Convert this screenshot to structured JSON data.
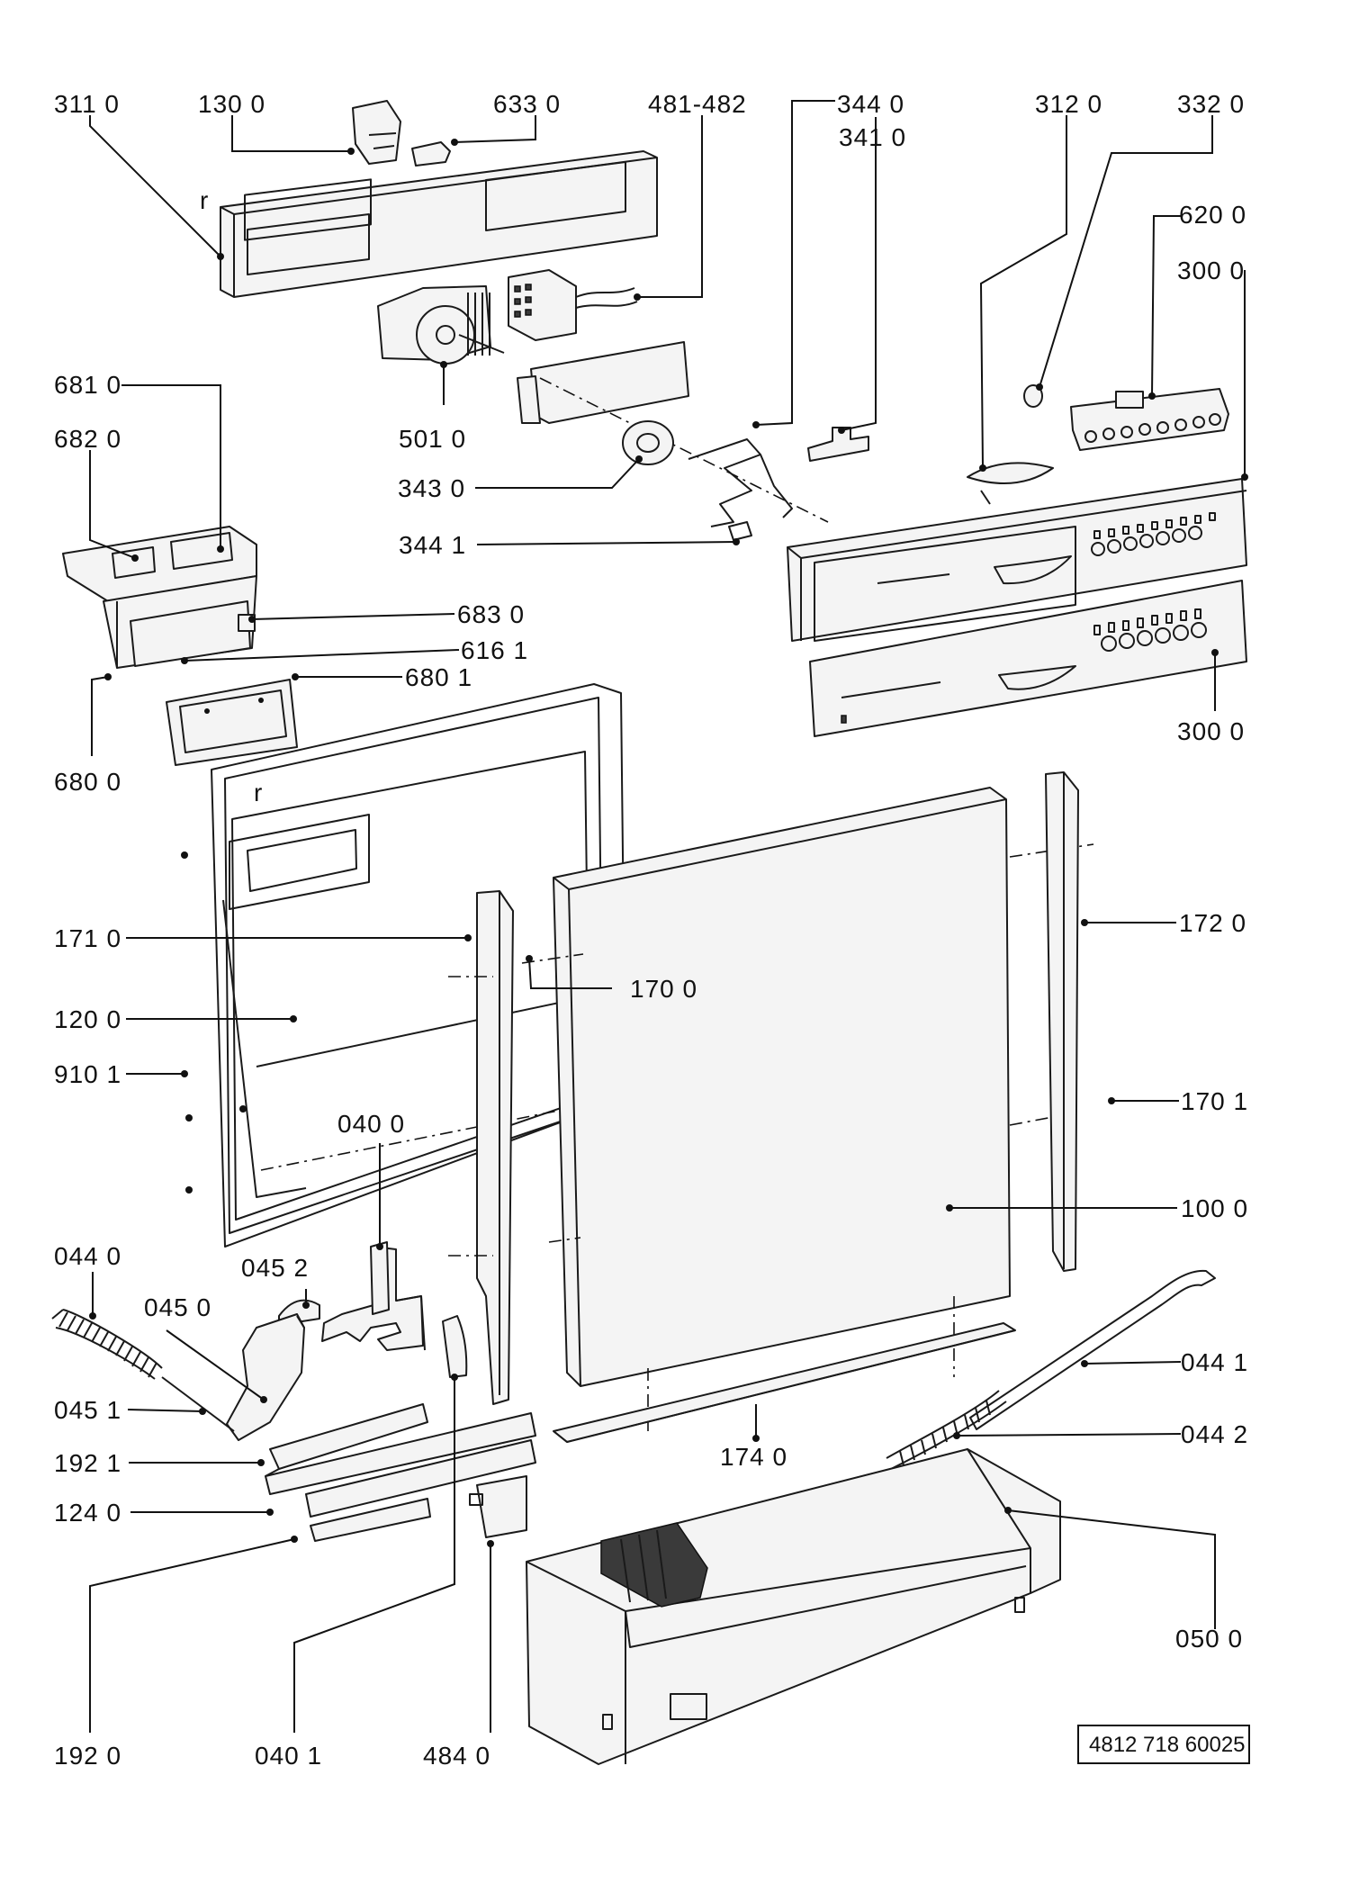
{
  "document_number": "4812 718 60025",
  "part_labels": {
    "p311_0": "311 0",
    "p130_0": "130 0",
    "p633_0": "633 0",
    "p481_482": "481-482",
    "p344_0": "344 0",
    "p341_0": "341 0",
    "p312_0": "312 0",
    "p332_0": "332 0",
    "p620_0": "620 0",
    "p300_0_top": "300 0",
    "p681_0": "681 0",
    "p682_0": "682 0",
    "p501_0": "501 0",
    "p343_0": "343 0",
    "p344_1": "344 1",
    "p683_0": "683 0",
    "p616_1": "616 1",
    "p680_1": "680 1",
    "p680_0": "680 0",
    "p300_0_bottom": "300 0",
    "p171_0": "171 0",
    "p170_0": "170 0",
    "p172_0": "172 0",
    "p120_0": "120 0",
    "p910_1": "910 1",
    "p170_1": "170 1",
    "p040_0": "040 0",
    "p100_0": "100 0",
    "p044_0": "044 0",
    "p045_2": "045 2",
    "p045_0": "045 0",
    "p044_1": "044 1",
    "p045_1": "045 1",
    "p044_2": "044 2",
    "p192_1": "192 1",
    "p174_0": "174 0",
    "p124_0": "124 0",
    "p050_0": "050 0",
    "p192_0": "192 0",
    "p040_1": "040 1",
    "p484_0": "484 0"
  }
}
